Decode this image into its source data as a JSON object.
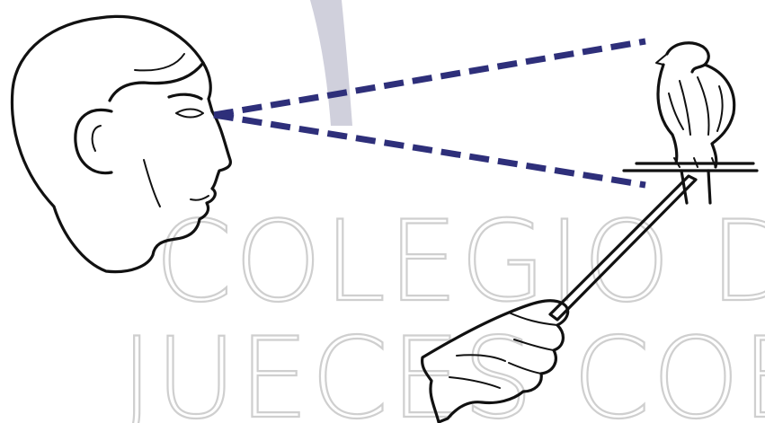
{
  "watermark": {
    "line1": "COLEGIO DE",
    "line2": "JUECES COE",
    "stroke_color": "#cfcfcf"
  },
  "colors": {
    "sight_line": "#2e2f7a",
    "ink": "#111111",
    "arc": "#c8c8d6"
  },
  "illustration": {
    "subjects": [
      "head-profile",
      "bird-on-perch",
      "hand-with-pointer"
    ],
    "sight_line_style": "dashed"
  }
}
